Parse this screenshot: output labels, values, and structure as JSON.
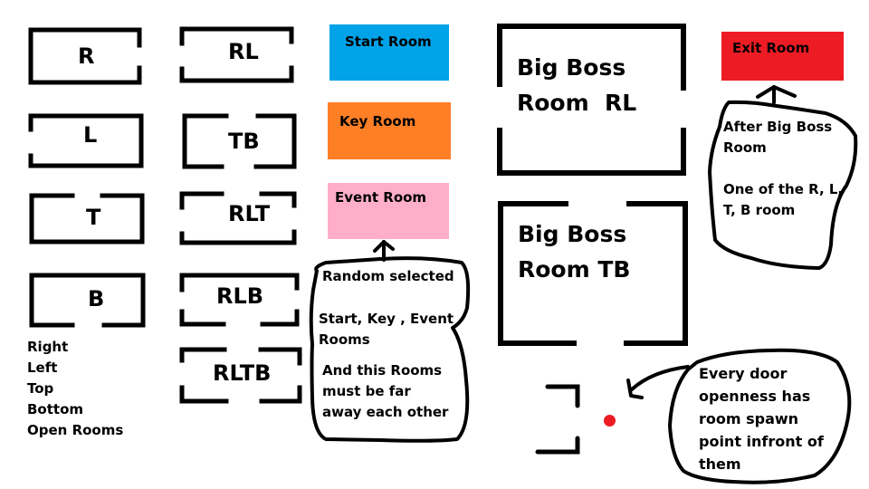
{
  "rooms": {
    "r": "R",
    "l": "L",
    "t": "T",
    "b": "B",
    "rl": "RL",
    "tb": "TB",
    "rlt": "RLT",
    "rlb": "RLB",
    "rltb": "RLTB"
  },
  "legend": [
    "Right",
    "Left",
    "Top",
    "Bottom",
    "Open Rooms"
  ],
  "special_rooms": {
    "start": {
      "label": "Start Room",
      "color": "#00A2E8"
    },
    "key": {
      "label": "Key Room",
      "color": "#FF7F27"
    },
    "event": {
      "label": "Event Room",
      "color": "#FFAEC9"
    },
    "exit": {
      "label": "Exit Room",
      "color": "#ED1C24"
    }
  },
  "notes": {
    "random_line1": "Random selected",
    "random_line2": "Start, Key , Event",
    "random_line3": "Rooms",
    "random_line4": "And this Rooms",
    "random_line5": "must be far",
    "random_line6": "away each other",
    "exit_line1": "After Big Boss",
    "exit_line2": "Room",
    "exit_line3": "One of the R, L,",
    "exit_line4": "T, B room",
    "spawn_line1": "Every door",
    "spawn_line2": "openness has",
    "spawn_line3": "room spawn",
    "spawn_line4": "point infront of",
    "spawn_line5": "them"
  },
  "big_boss": {
    "rl_line1": "Big Boss",
    "rl_line2": "Room  RL",
    "tb_line1": "Big Boss",
    "tb_line2": "Room TB"
  },
  "spawn_point_color": "#ED1C24"
}
